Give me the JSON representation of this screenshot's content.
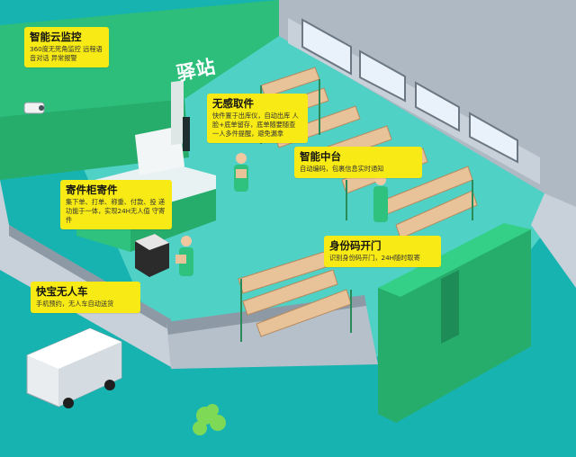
{
  "sign": "驿站",
  "callouts": [
    {
      "title": "智能云监控",
      "desc": "360度无死角监控 远程语音对话 异常报警"
    },
    {
      "title": "无感取件",
      "desc": "快件置于出库仪，自动出库 人脸+底单留存，底单随要随查 一人多件提醒，避免漏拿"
    },
    {
      "title": "智能中台",
      "desc": "自动编码，包裹信息实时通知"
    },
    {
      "title": "寄件柜寄件",
      "desc": "集下单、打单、称重、付款、投 递功能于一体，实现24H无人值 守寄件"
    },
    {
      "title": "身份码开门",
      "desc": "识别身份码开门，24H随时取寄"
    },
    {
      "title": "快宝无人车",
      "desc": "手机预约，无人车自动送货"
    }
  ],
  "colors": {
    "ground": "#17b3b0",
    "floor": "#4fd1c6",
    "green": "#2ec27e",
    "wall": "#8d9aa6",
    "callout": "#f7ea15"
  }
}
